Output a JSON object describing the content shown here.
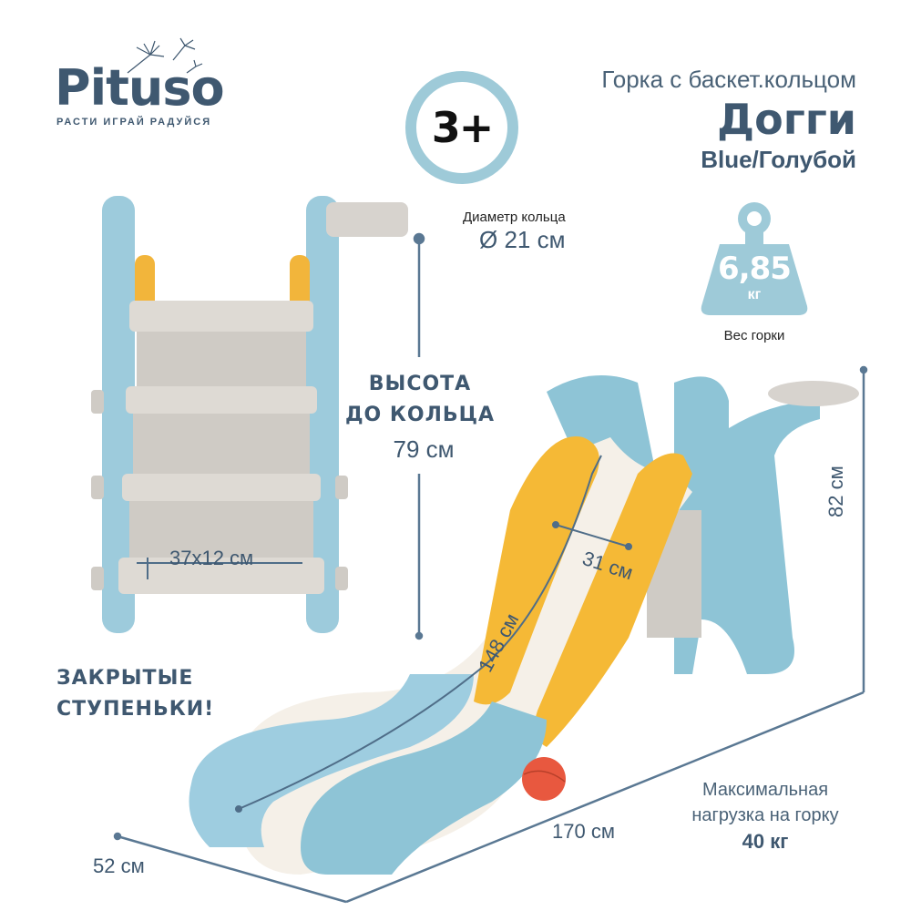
{
  "brand": {
    "name": "Pituso",
    "tagline": "РАСТИ ИГРАЙ РАДУЙСЯ"
  },
  "age_badge": "3+",
  "product": {
    "subtitle": "Горка с баскет.кольцом",
    "title": "Догги",
    "color": "Blue/Голубой"
  },
  "ring": {
    "label": "Диаметр кольца",
    "value": "Ø 21 см"
  },
  "weight": {
    "value": "6,85",
    "unit": "кг",
    "caption": "Вес горки"
  },
  "height_to_ring": {
    "title_line1": "ВЫСОТА",
    "title_line2": "ДО КОЛЬЦА",
    "value": "79 см"
  },
  "steps": {
    "title_line1": "ЗАКРЫТЫЕ",
    "title_line2": "СТУПЕНЬКИ!",
    "dimension": "37x12 см"
  },
  "dimensions": {
    "depth": "52 см",
    "length": "170 см",
    "height": "82 см",
    "slide_length": "148 см",
    "slide_width": "31 см"
  },
  "max_load": {
    "label_line1": "Максимальная",
    "label_line2": "нагрузка на горку",
    "value": "40 кг"
  },
  "colors": {
    "text_primary": "#3f5870",
    "accent_blue": "#9ecad8",
    "slide_blue": "#8ec4d6",
    "slide_yellow": "#f5b936",
    "step_grey": "#d9d5cf",
    "ball_orange": "#e8583f"
  }
}
